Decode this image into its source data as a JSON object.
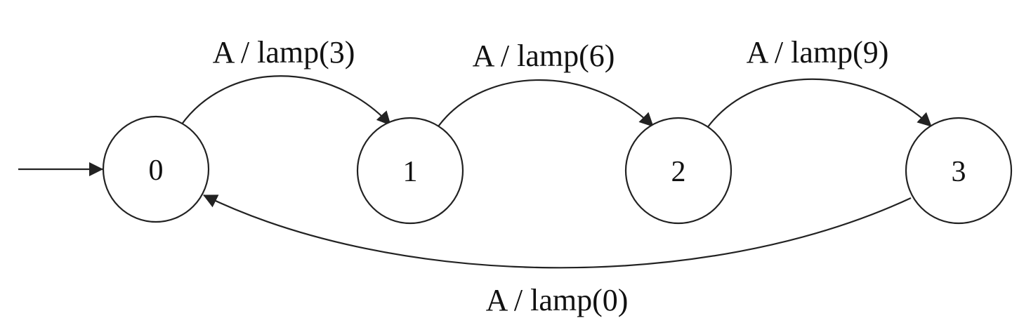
{
  "diagram": {
    "states": [
      {
        "id": "0",
        "label": "0"
      },
      {
        "id": "1",
        "label": "1"
      },
      {
        "id": "2",
        "label": "2"
      },
      {
        "id": "3",
        "label": "3"
      }
    ],
    "initial_state": "0",
    "transitions": [
      {
        "from": "0",
        "to": "1",
        "label": "A / lamp(3)"
      },
      {
        "from": "1",
        "to": "2",
        "label": "A / lamp(6)"
      },
      {
        "from": "2",
        "to": "3",
        "label": "A / lamp(9)"
      },
      {
        "from": "3",
        "to": "0",
        "label": "A / lamp(0)"
      }
    ]
  }
}
